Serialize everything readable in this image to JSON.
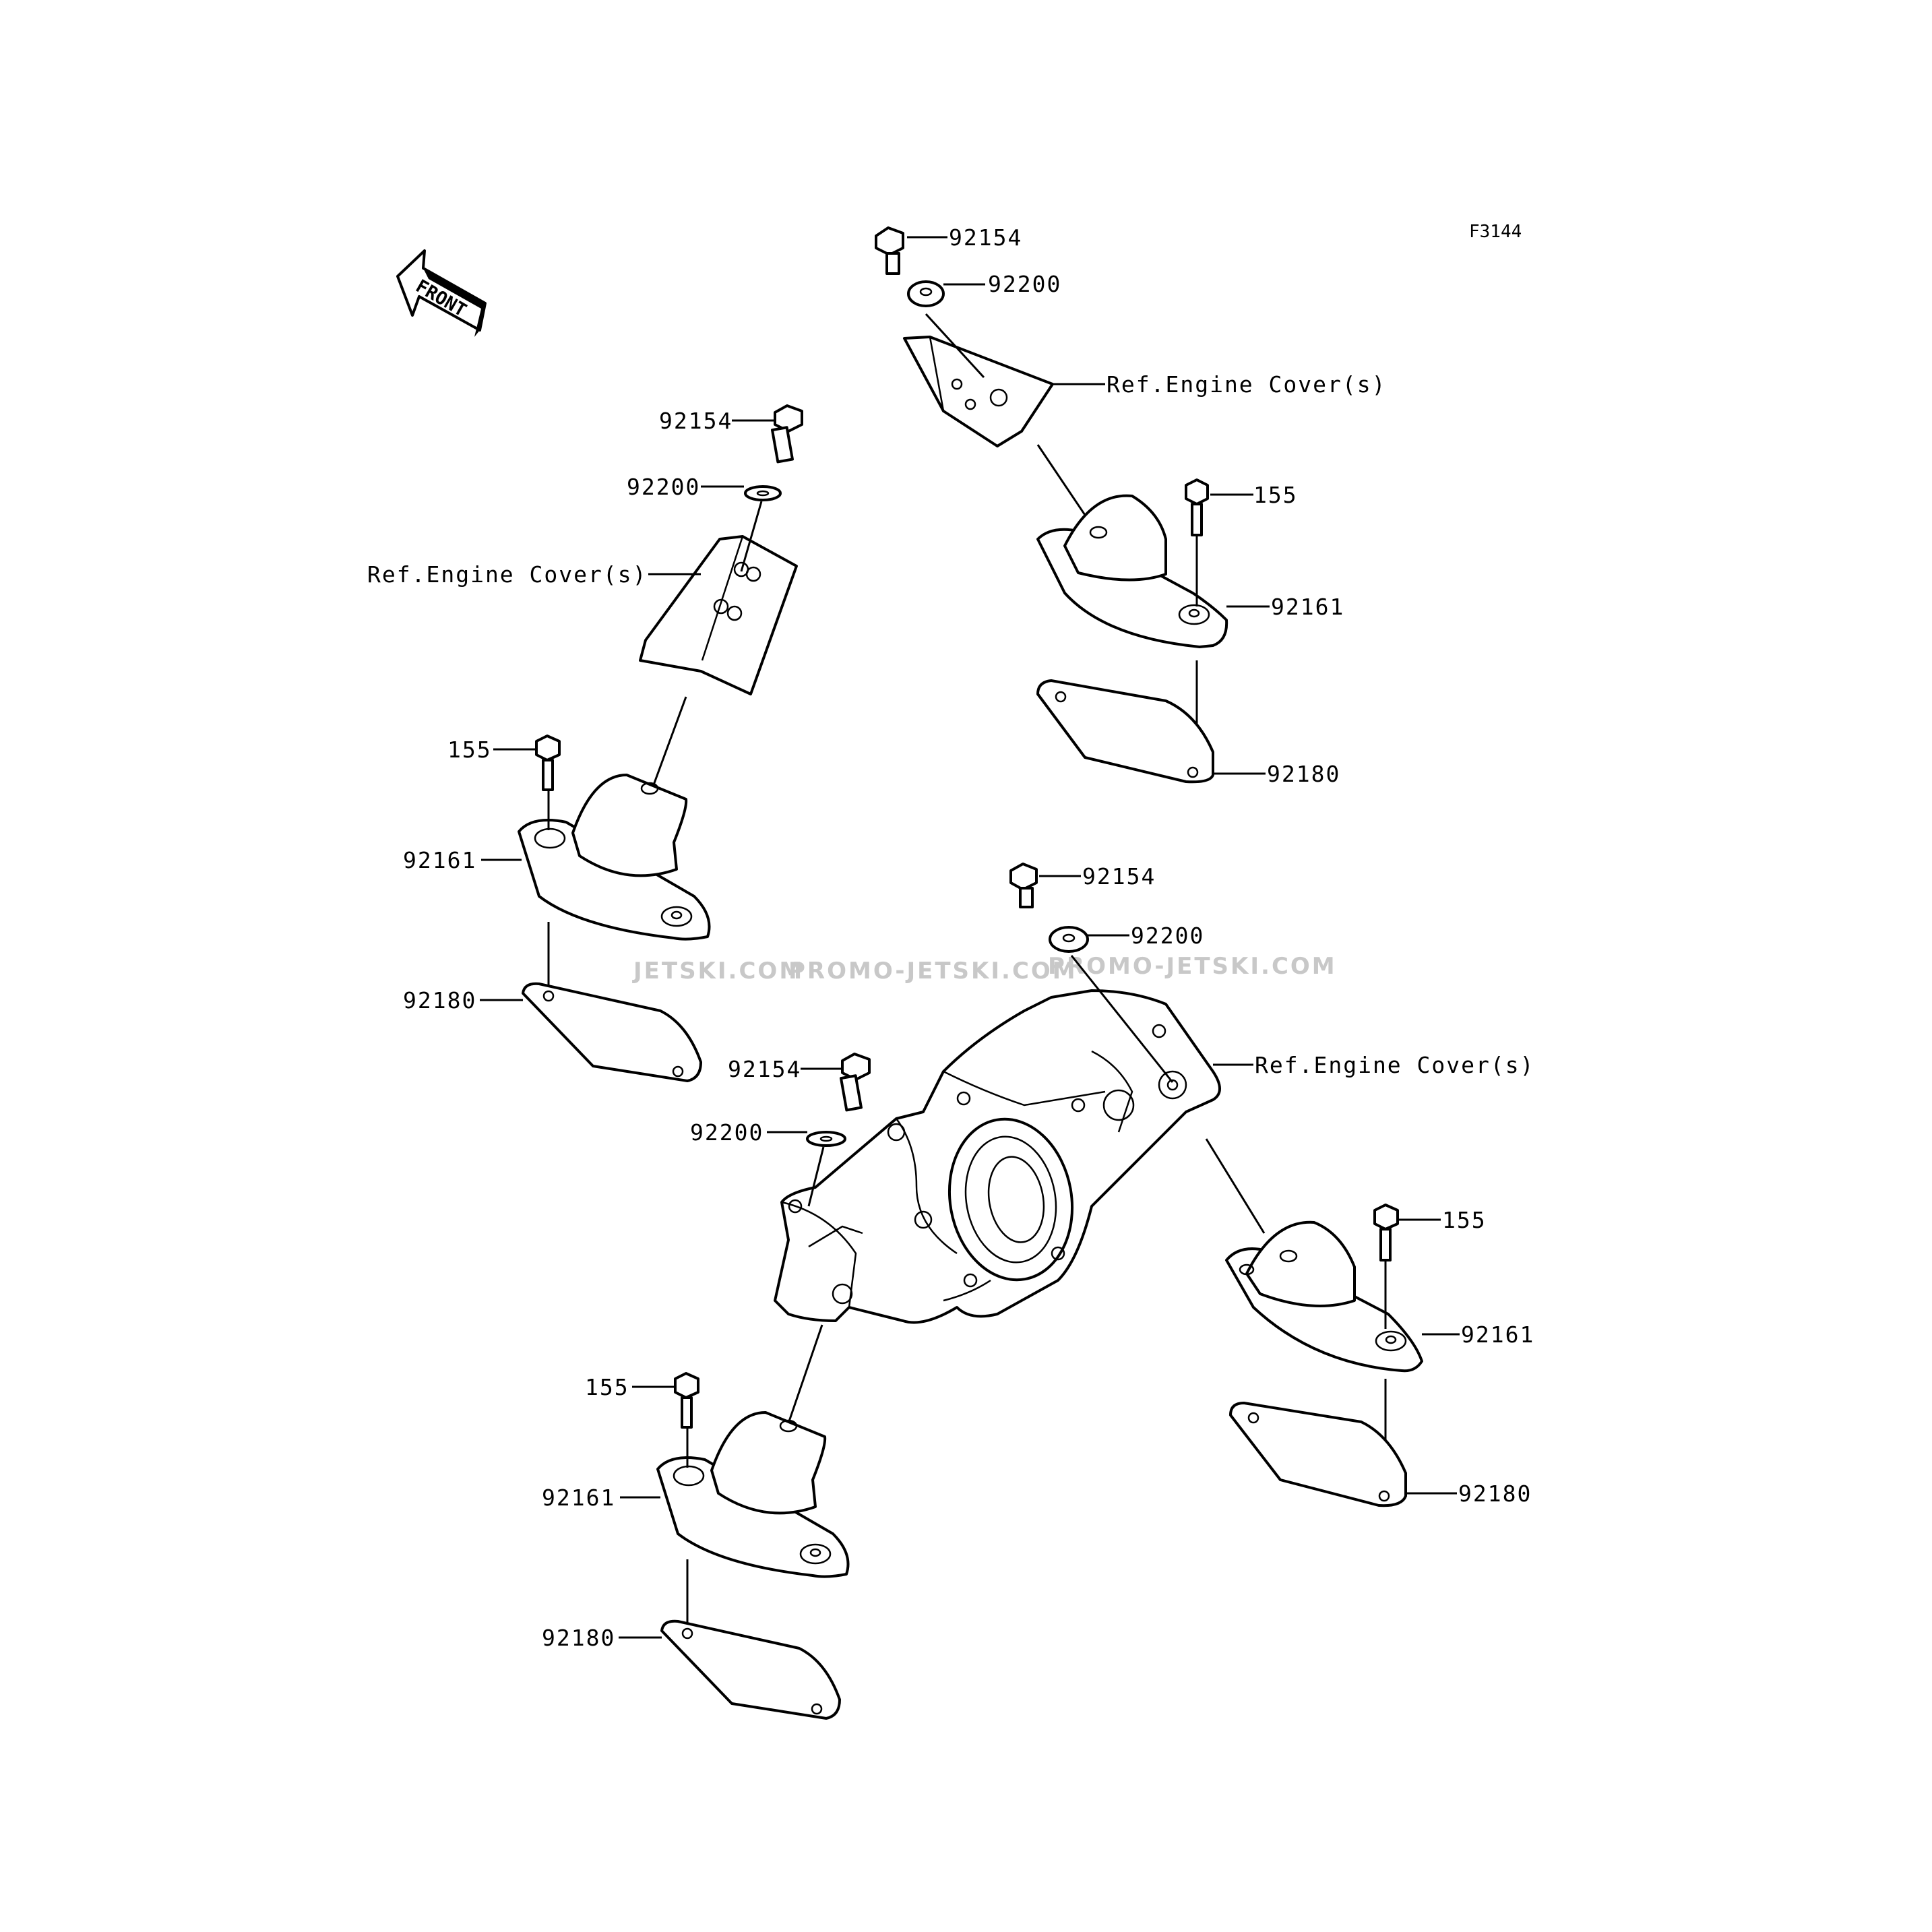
{
  "diagram": {
    "code": "F3144",
    "front_label": "FRONT",
    "watermark": [
      "JETSKI.COM",
      "PROMO-JETSKI.COM",
      "PROMO-JETSKI.COM"
    ],
    "labels": {
      "ref": "Ref.Engine Cover(s)",
      "p92154": "92154",
      "p92200": "92200",
      "p155": "155",
      "p92161": "92161",
      "p92180": "92180"
    }
  }
}
